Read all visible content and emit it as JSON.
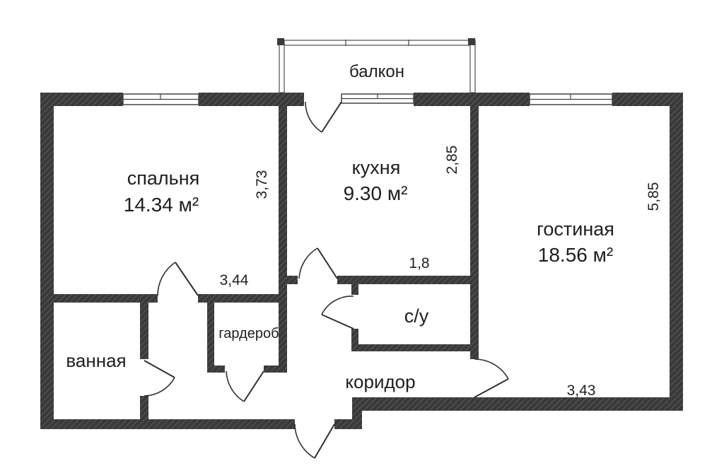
{
  "colors": {
    "wall_base": "#3a3a3a",
    "hatch_line": "rgba(255,255,255,0.25)",
    "ink": "#1e1e1e",
    "door_line": "#2f2f2f",
    "thin_wall": "#5a5a5a",
    "bg": "#ffffff"
  },
  "labels": {
    "balcony": "балкон",
    "bedroom": "спальня",
    "bedroom_area": "14.34 м²",
    "kitchen": "кухня",
    "kitchen_area": "9.30 м²",
    "living": "гостиная",
    "living_area": "18.56 м²",
    "bathroom": "ванная",
    "wardrobe": "гардероб",
    "wc": "с/у",
    "corridor": "коридор"
  },
  "dimensions": {
    "bedroom_depth": "3,73",
    "kitchen_depth": "2,85",
    "living_depth": "5,85",
    "bedroom_width": "3,44",
    "wc_width": "1,8",
    "living_width": "3,43"
  }
}
